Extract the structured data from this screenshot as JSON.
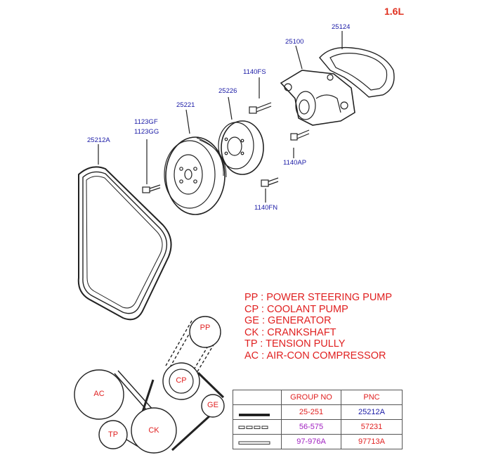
{
  "engine_label": "1.6L",
  "part_labels": {
    "belt": "25212A",
    "bolt_1123": [
      "1123GF",
      "1123GG"
    ],
    "crank_pulley": "25221",
    "pump_pulley": "25226",
    "bolt_1140fs": "1140FS",
    "water_pump": "25100",
    "gasket": "25124",
    "bolt_1140ap": "1140AP",
    "bolt_1140fn": "1140FN"
  },
  "legend": [
    {
      "abbr": "PP",
      "text": "POWER STEERING PUMP"
    },
    {
      "abbr": "CP",
      "text": "COOLANT PUMP"
    },
    {
      "abbr": "GE",
      "text": "GENERATOR"
    },
    {
      "abbr": "CK",
      "text": "CRANKSHAFT"
    },
    {
      "abbr": "TP",
      "text": "TENSION PULLY"
    },
    {
      "abbr": "AC",
      "text": "AIR-CON COMPRESSOR"
    }
  ],
  "pulleys": {
    "pp": "PP",
    "cp": "CP",
    "ac": "AC",
    "ge": "GE",
    "tp": "TP",
    "ck": "CK"
  },
  "table": {
    "headers": [
      "",
      "GROUP NO",
      "PNC"
    ],
    "rows": [
      {
        "line_style": "solid-thick",
        "group": "25-251",
        "group_color": "#e02020",
        "pnc": "25212A",
        "pnc_color": "#1a1aa6"
      },
      {
        "line_style": "dashed-double",
        "group": "56-575",
        "group_color": "#a020c0",
        "pnc": "57231",
        "pnc_color": "#e02020"
      },
      {
        "line_style": "outline",
        "group": "97-976A",
        "group_color": "#a020c0",
        "pnc": "97713A",
        "pnc_color": "#e02020"
      }
    ]
  },
  "colors": {
    "label_blue": "#1a1aa6",
    "legend_red": "#e02020",
    "line": "#222222"
  }
}
